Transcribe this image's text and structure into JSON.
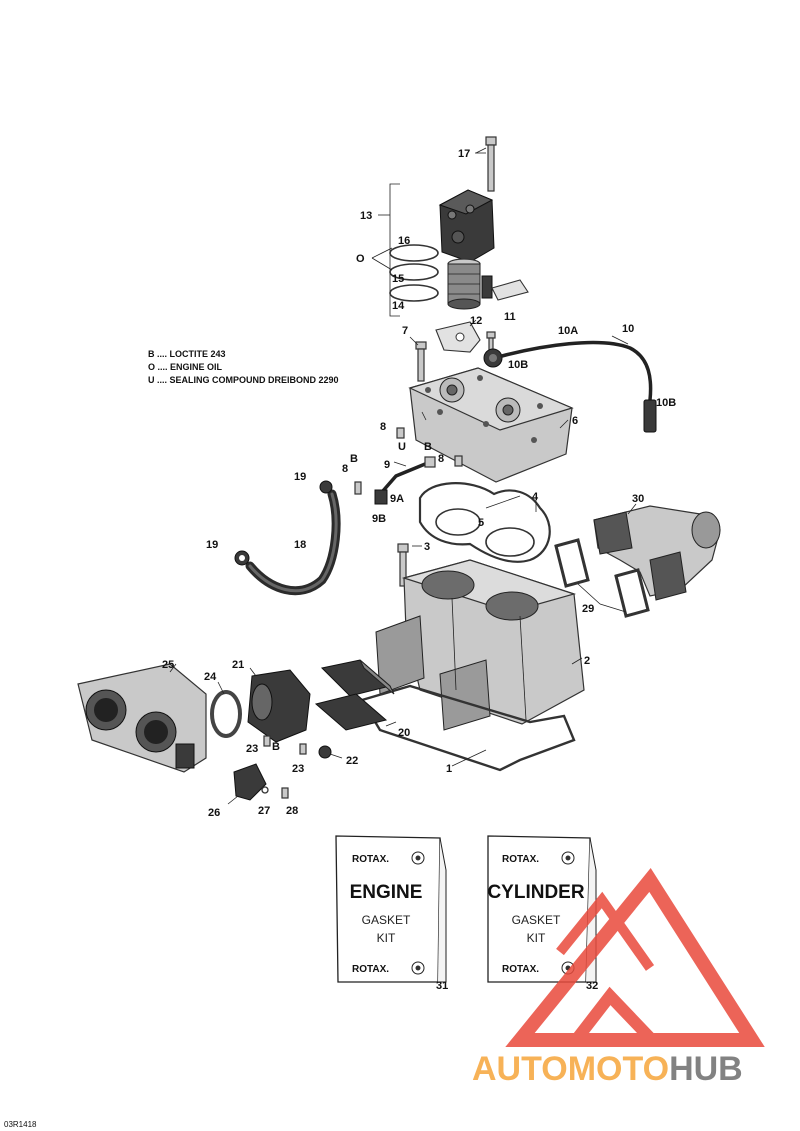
{
  "legend": [
    {
      "code": "B",
      "text": "B .... LOCTITE 243"
    },
    {
      "code": "O",
      "text": "O .... ENGINE OIL"
    },
    {
      "code": "U",
      "text": "U .... SEALING COMPOUND DREIBOND 2290"
    }
  ],
  "callouts": {
    "n1": "1",
    "n2": "2",
    "n3": "3",
    "n4": "4",
    "n5": "5",
    "n6": "6",
    "n7": "7",
    "n8a": "8",
    "n8b": "8",
    "n8c": "8",
    "n9": "9",
    "n9a": "9A",
    "n9b": "9B",
    "n10": "10",
    "n10a": "10A",
    "n10b1": "10B",
    "n10b2": "10B",
    "n11": "11",
    "n12": "12",
    "n13": "13",
    "n14": "14",
    "n15": "15",
    "n16": "16",
    "n17": "17",
    "n18": "18",
    "n19a": "19",
    "n19b": "19",
    "n20": "20",
    "n21": "21",
    "n22": "22",
    "n23a": "23",
    "n23b": "23",
    "n24": "24",
    "n25": "25",
    "n26": "26",
    "n27": "27",
    "n28": "28",
    "n29": "29",
    "n30": "30",
    "n31": "31",
    "n32": "32",
    "o_marker": "O",
    "b_marker1": "B",
    "b_marker2": "B",
    "b_marker3": "B",
    "u_marker": "U"
  },
  "kits": [
    {
      "brand": "ROTAX.",
      "title": "ENGINE",
      "line1": "GASKET",
      "line2": "KIT",
      "brand_bottom": "ROTAX.",
      "number": "31"
    },
    {
      "brand": "ROTAX.",
      "title": "CYLINDER",
      "line1": "GASKET",
      "line2": "KIT",
      "brand_bottom": "ROTAX.",
      "number": "32"
    }
  ],
  "watermark": {
    "part1": "AUTOMOTO",
    "part2": "HUB",
    "color_red": "#e94a3c",
    "color_orange": "#f6a53a",
    "color_gray": "#6d6d6d"
  },
  "drawing_code": "03R1418"
}
